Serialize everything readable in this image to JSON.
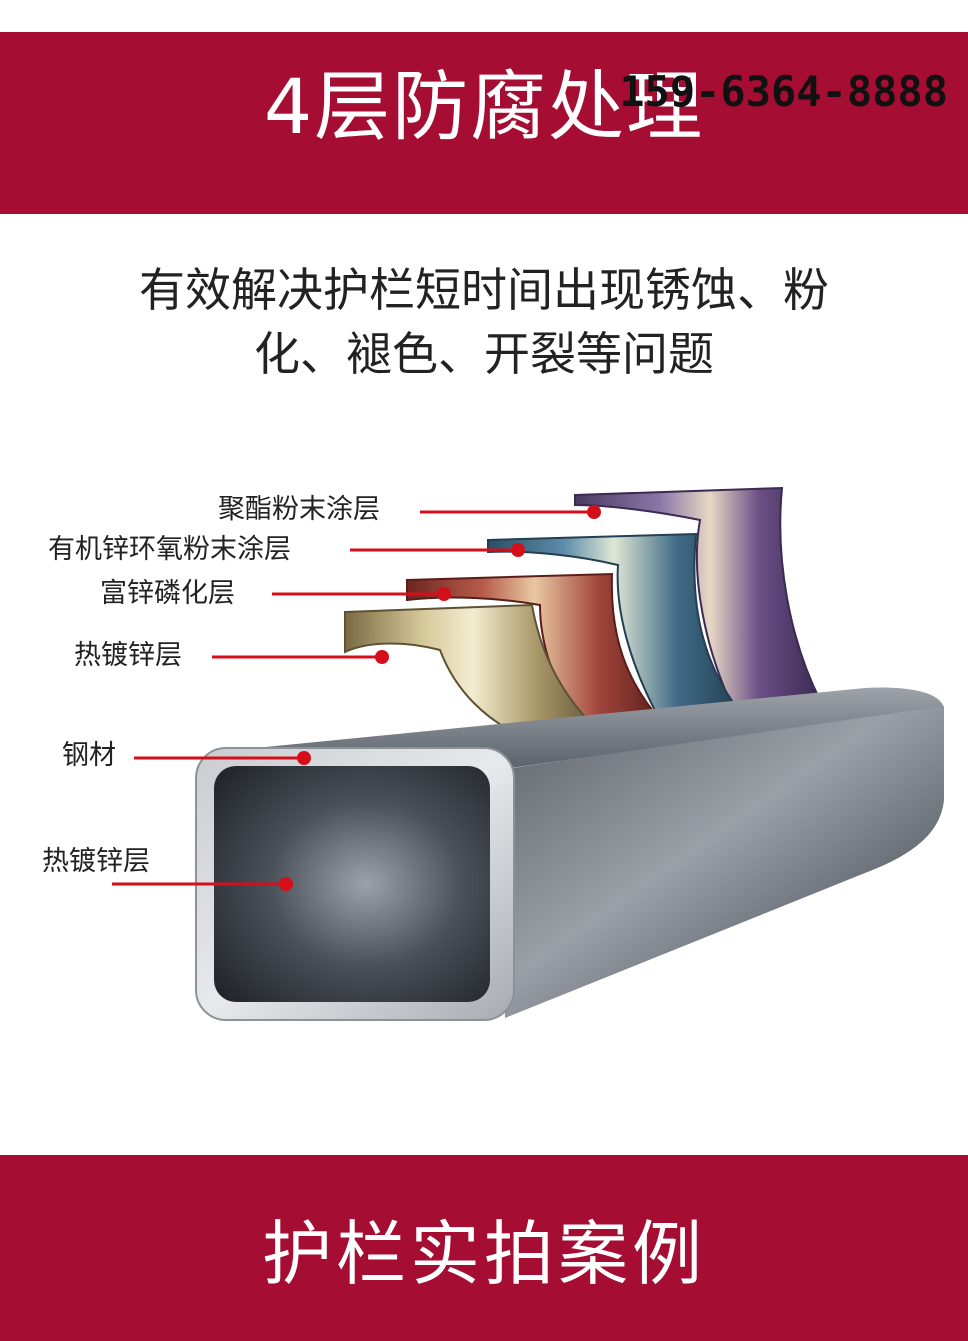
{
  "header": {
    "title": "4层防腐处理",
    "phone": "159-6364-8888"
  },
  "subtitle": {
    "line1": "有效解决护栏短时间出现锈蚀、粉",
    "line2": "化、褪色、开裂等问题"
  },
  "layers": [
    {
      "label": "聚酯粉末涂层"
    },
    {
      "label": "有机锌环氧粉末涂层"
    },
    {
      "label": "富锌磷化层"
    },
    {
      "label": "热镀锌层"
    },
    {
      "label": "钢材"
    },
    {
      "label": "热镀锌层"
    }
  ],
  "footer": {
    "title": "护栏实拍案例"
  },
  "colors": {
    "banner": "#a50d33",
    "marker": "#d40f1a",
    "layer_polyester": "#6b4f86",
    "layer_epoxy": "#3f6b86",
    "layer_phosphate": "#a2453c",
    "layer_galvanized": "#b5a77a",
    "steel": "#4a4f57"
  }
}
